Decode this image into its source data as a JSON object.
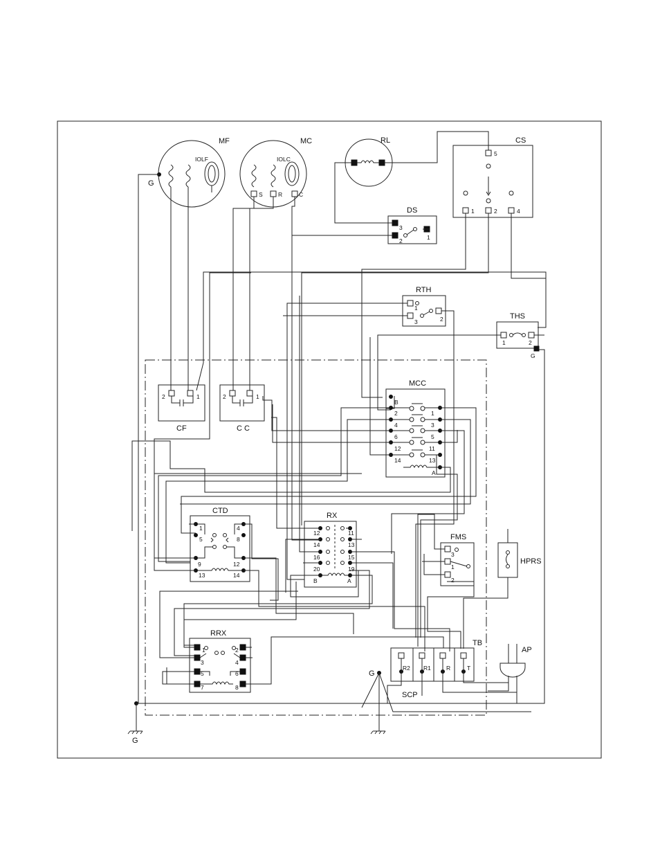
{
  "labels": {
    "mf": "MF",
    "mc": "MC",
    "rl": "RL",
    "cs": "CS",
    "ds": "DS",
    "rth": "RTH",
    "ths": "THS",
    "mcc": "MCC",
    "cf": "CF",
    "cc": "C C",
    "ctd": "CTD",
    "rx": "RX",
    "fms": "FMS",
    "hprs": "HPRS",
    "rrx": "RRX",
    "tb": "TB",
    "ap": "AP",
    "scp": "SCP",
    "iolf": "IOLF",
    "iolc": "IOLC",
    "g_mf": "G",
    "g_ths": "G",
    "g_tb": "G",
    "g_bottom": "G"
  },
  "pins": {
    "mc": [
      "S",
      "R",
      "C"
    ],
    "cs": [
      "5",
      "1",
      "2",
      "4"
    ],
    "ds": [
      "3",
      "2",
      "1"
    ],
    "rth": [
      "1",
      "3",
      "2"
    ],
    "ths": [
      "1",
      "2"
    ],
    "cf": [
      "2",
      "1"
    ],
    "cc": [
      "2",
      "1"
    ],
    "mcc_left": [
      "B",
      "2",
      "4",
      "6",
      "12",
      "14"
    ],
    "mcc_right": [
      "1",
      "3",
      "5",
      "11",
      "13",
      "A"
    ],
    "ctd_left": [
      "1",
      "5",
      "9",
      "13"
    ],
    "ctd_right": [
      "4",
      "8",
      "12",
      "14"
    ],
    "rx_left": [
      "12",
      "14",
      "16",
      "20",
      "B"
    ],
    "rx_right": [
      "11",
      "13",
      "15",
      "19",
      "A"
    ],
    "fms": [
      "3",
      "1",
      "2"
    ],
    "rrx_left": [
      "1",
      "3",
      "5",
      "7"
    ],
    "rrx_right": [
      "2",
      "4",
      "6",
      "8"
    ],
    "tb": [
      "R2",
      "R1",
      "R",
      "T"
    ]
  },
  "colors": {
    "line": "#222222",
    "background": "#ffffff"
  }
}
